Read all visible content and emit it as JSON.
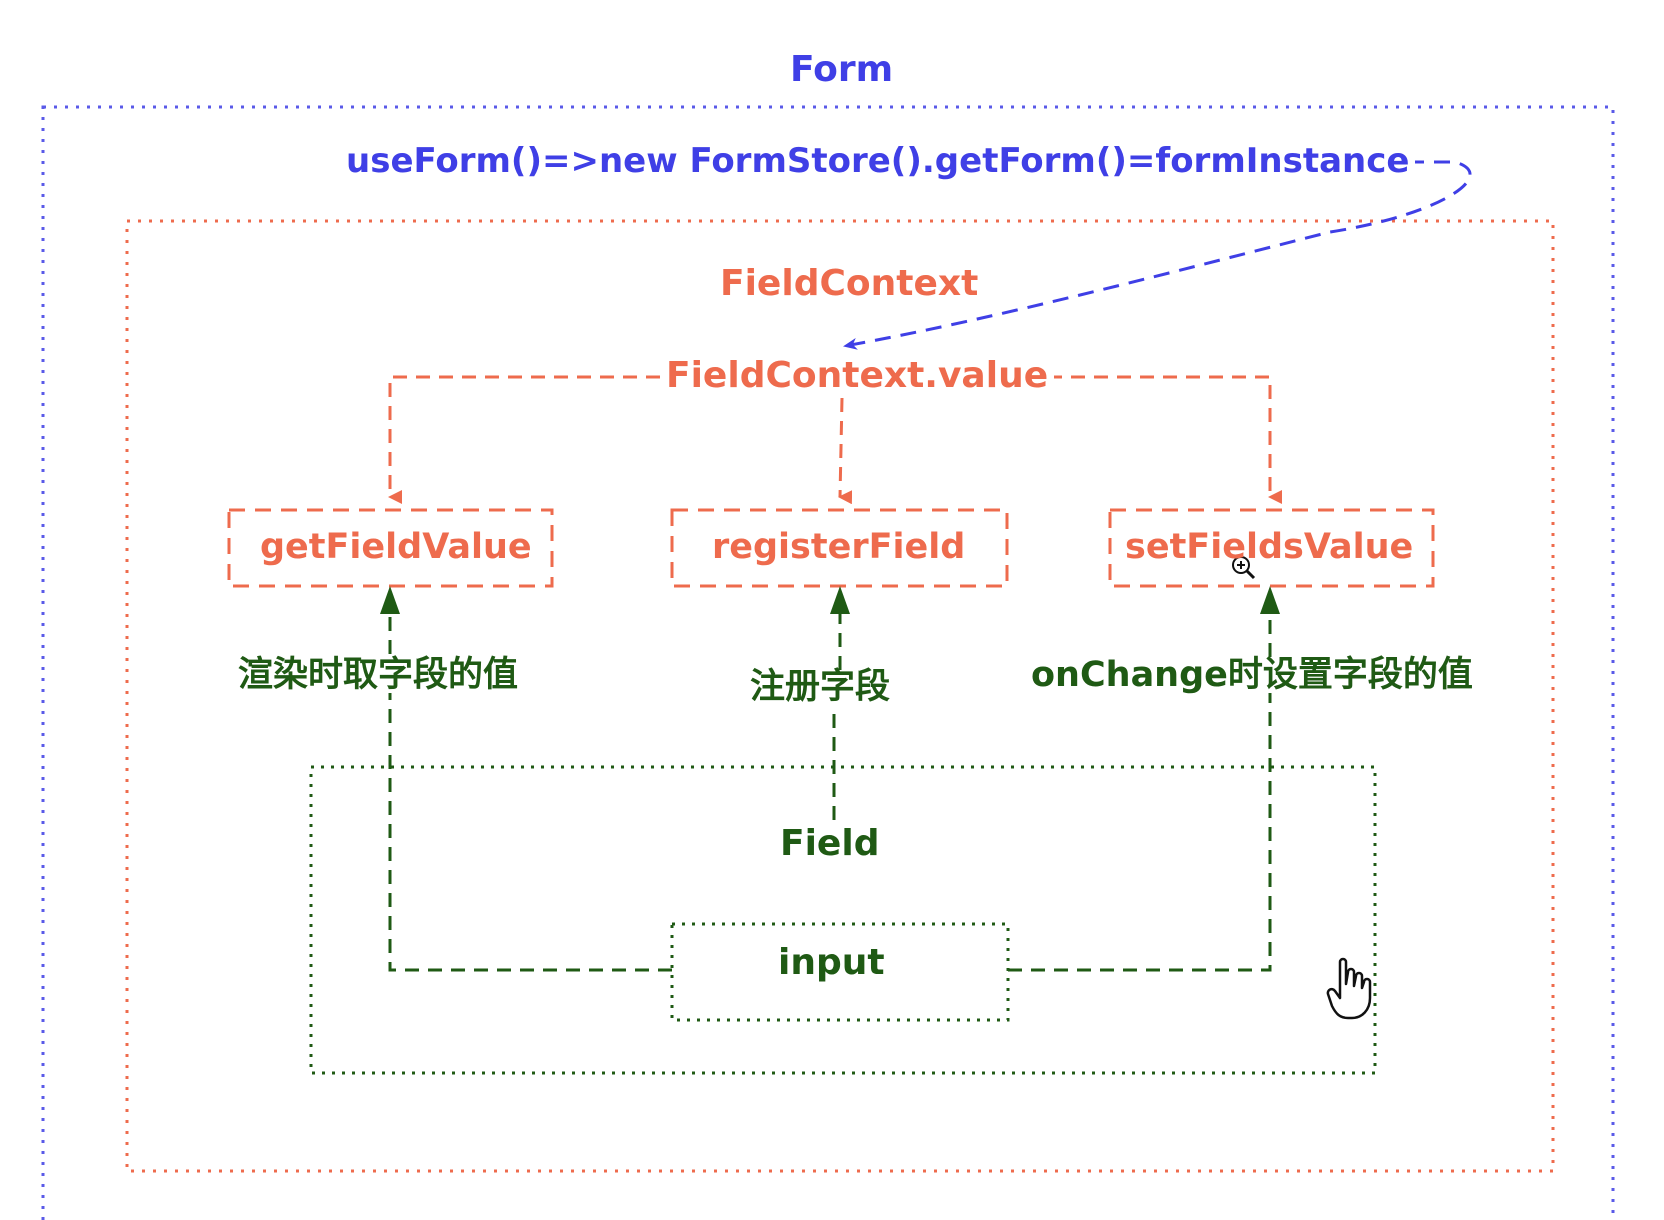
{
  "diagram": {
    "form": {
      "title": "Form"
    },
    "use_form": {
      "text": "useForm()=>new FormStore().getForm()=formInstance"
    },
    "field_context": {
      "title": "FieldContext",
      "value_label": "FieldContext.value"
    },
    "methods": [
      {
        "name": "getFieldValue",
        "caption": "渲染时取字段的值"
      },
      {
        "name": "registerField",
        "caption": "注册字段"
      },
      {
        "name": "setFieldsValue",
        "caption": "onChange时设置字段的值"
      }
    ],
    "field": {
      "title": "Field",
      "input_label": "input"
    }
  },
  "colors": {
    "form": "#5a5ae8",
    "context": "#ee6b4d",
    "field": "#1f5a14",
    "arrow_blue": "#3f3fe6"
  },
  "icons": {
    "cursor": "hand-pointer-icon",
    "zoom": "magnifier-plus-icon"
  }
}
